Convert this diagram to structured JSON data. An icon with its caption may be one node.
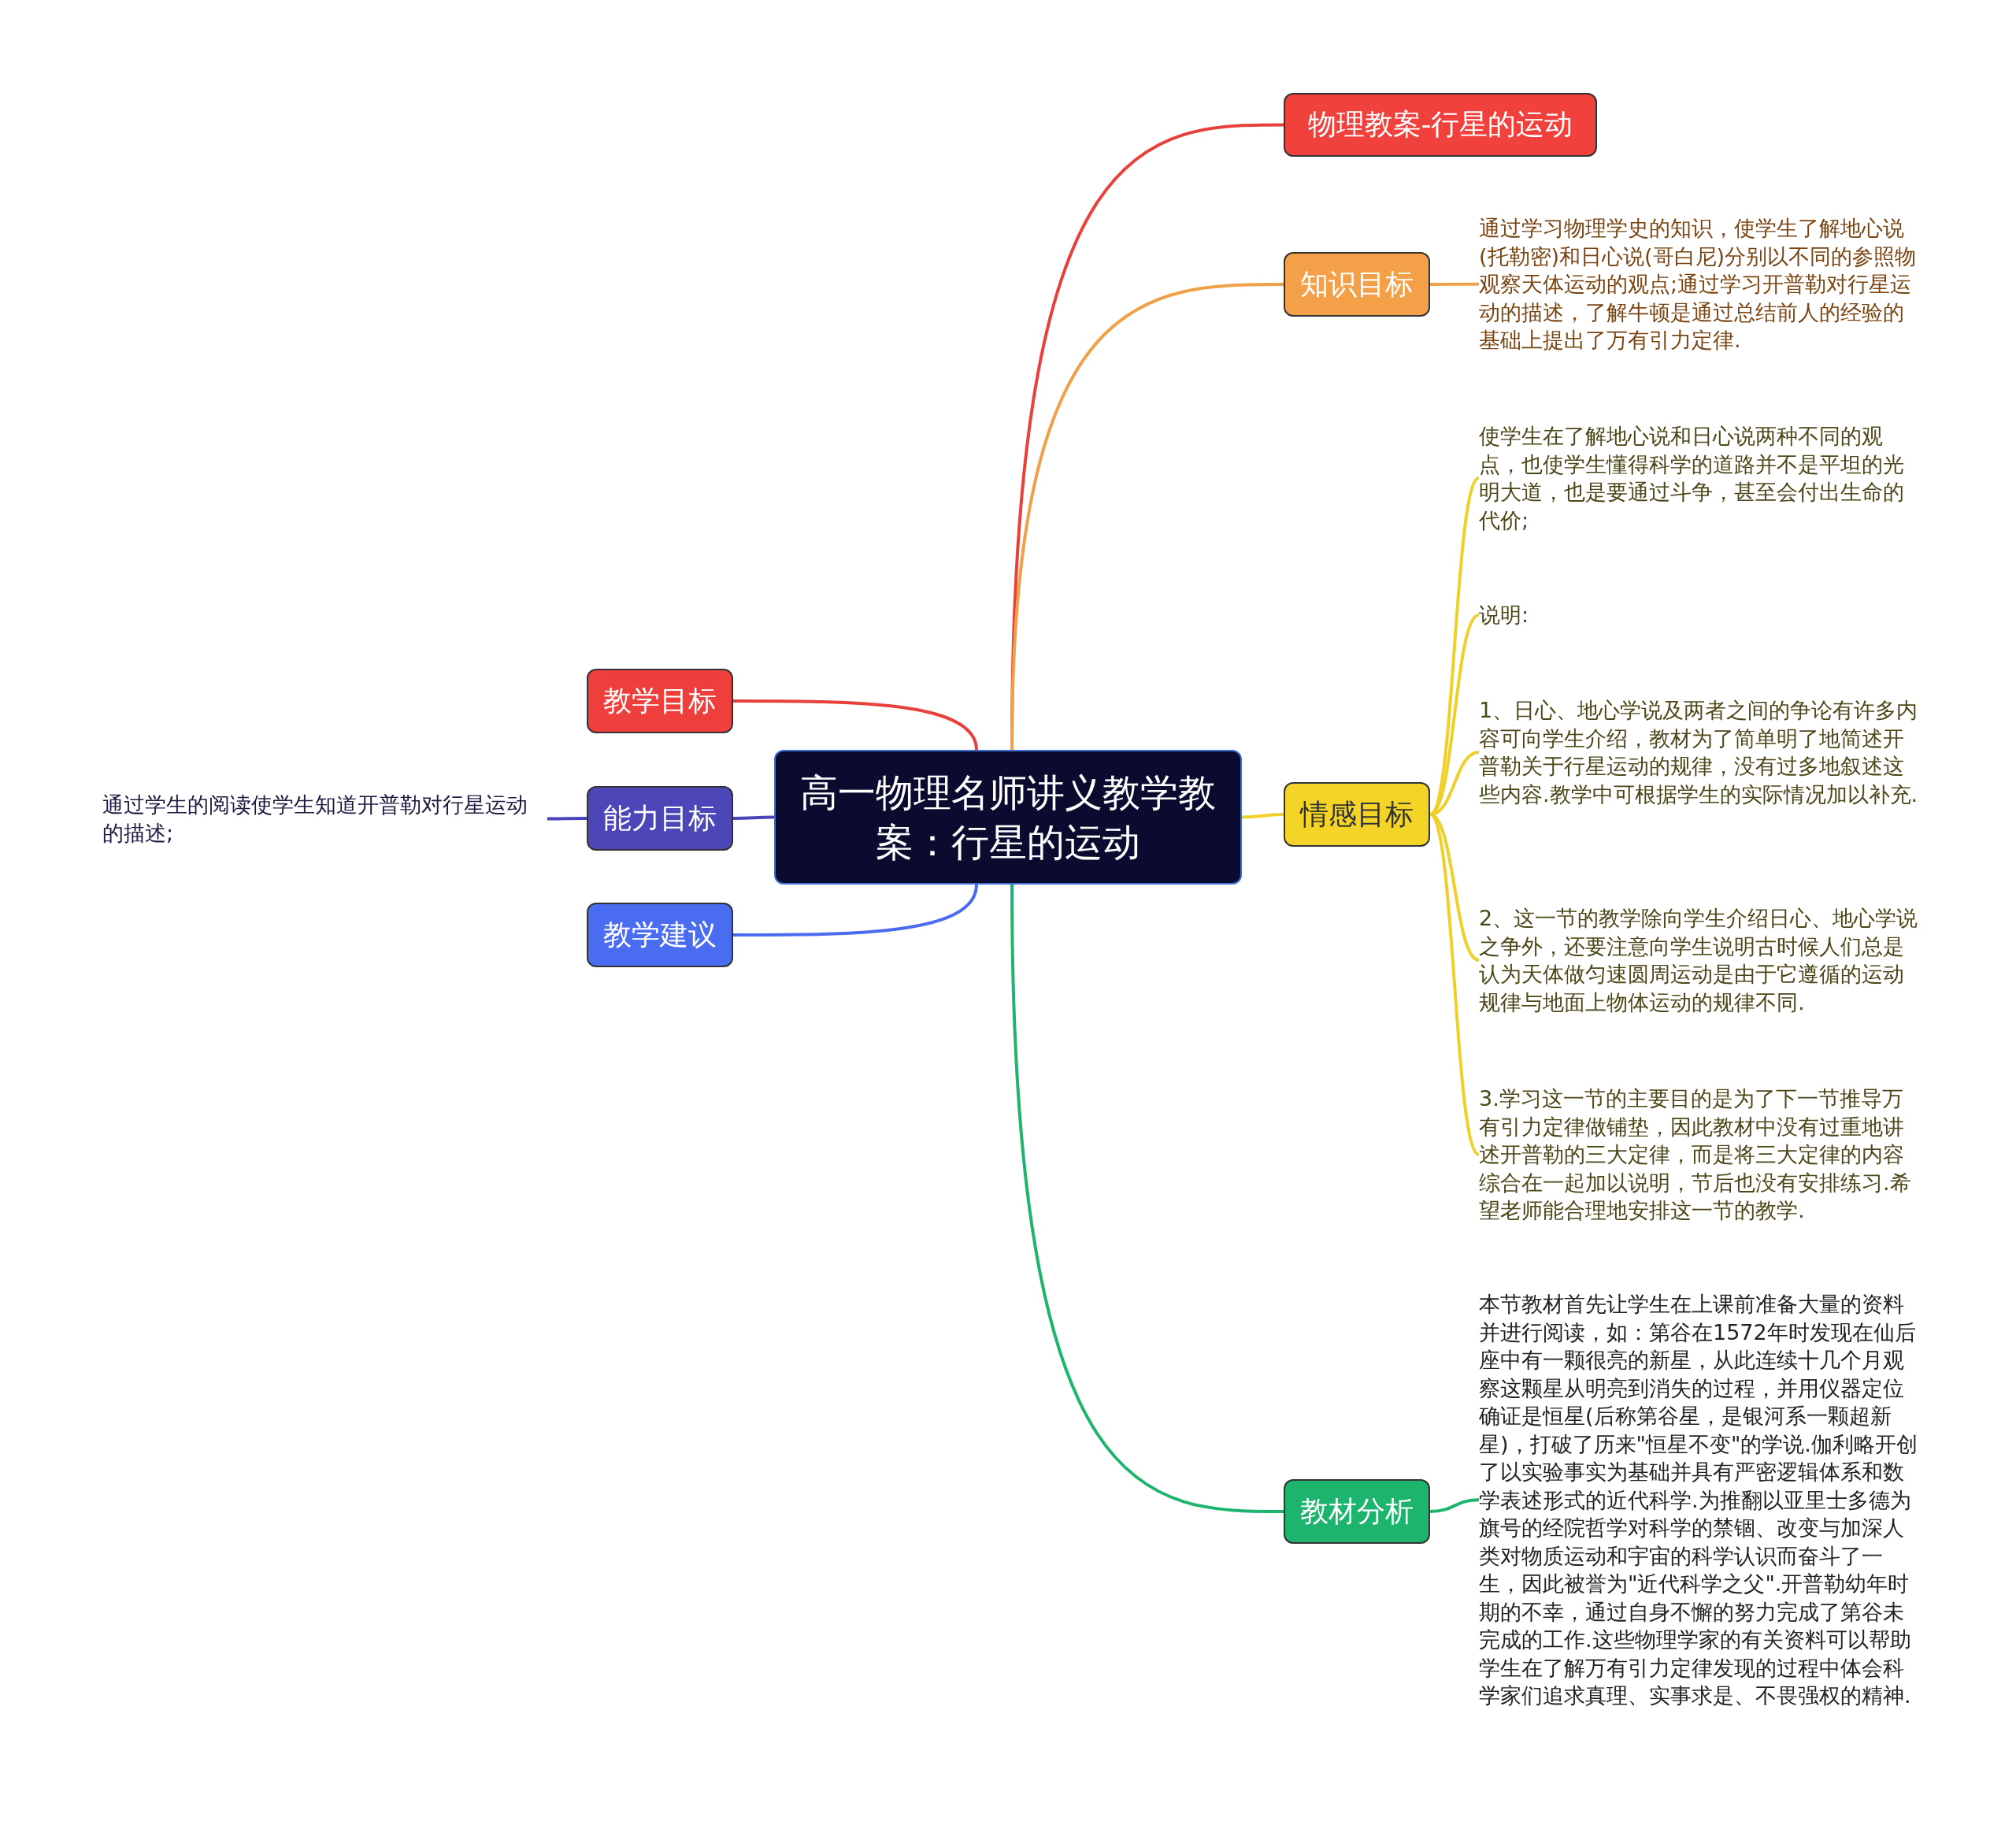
{
  "diagram": {
    "nodes": [
      {
        "text": [
          "高一物理名师讲义教学教案：行星的运动"
        ]
      },
      {
        "text": [
          "物理教案-行星的运动"
        ]
      },
      {
        "text": [
          "知识目标"
        ]
      },
      {
        "text": [
          "通过学习物理学史的知识，使学生了解地心说(托勒密)和日心说(哥白尼)分别以不同的参照物观察天体运动的观点;通过学习开普勒对行星运动的描述，了解牛顿是通过总结前人的经验的基础上提出了万有引力定律."
        ]
      },
      {
        "text": [
          "情感目标"
        ]
      },
      {
        "text": [
          "使学生在了解地心说和日心说两种不同的观点，也使学生懂得科学的道路并不是平坦的光明大道，也是要通过斗争，甚至会付出生命的代价;"
        ]
      },
      {
        "text": [
          "说明:"
        ]
      },
      {
        "text": [
          "1、日心、地心学说及两者之间的争论有许多内容可向学生介绍，教材为了简单明了地简述开普勒关于行星运动的规律，没有过多地叙述这些内容.教学中可根据学生的实际情况加以补充."
        ]
      },
      {
        "text": [
          "2、这一节的教学除向学生介绍日心、地心学说之争外，还要注意向学生说明古时候人们总是认为天体做匀速圆周运动是由于它遵循的运动规律与地面上物体运动的规律不同."
        ]
      },
      {
        "text": [
          "3.学习这一节的主要目的是为了下一节推导万有引力定律做铺垫，因此教材中没有过重地讲述开普勒的三大定律，而是将三大定律的内容综合在一起加以说明，节后也没有安排练习.希望老师能合理地安排这一节的教学."
        ]
      },
      {
        "text": [
          "教材分析"
        ]
      },
      {
        "text": [
          "本节教材首先让学生在上课前准备大量的资料并进行阅读，如：第谷在1572年时发现在仙后座中有一颗很亮的新星，从此连续十几个月观察这颗星从明亮到消失的过程，并用仪器定位确证是恒星(后称第谷星，是银河系一颗超新星)，打破了历来\"恒星不变\"的学说.伽利略开创了以实验事实为基础并具有严密逻辑体系和数学表述形式的近代科学.为推翻以亚里士多德为旗号的经院哲学对科学的禁锢、改变与加深人类对物质运动和宇宙的科学认识而奋斗了一生，因此被誉为\"近代科学之父\".开普勒幼年时期的不幸，通过自身不懈的努力完成了第谷未完成的工作.这些物理学家的有关资料可以帮助学生在了解万有引力定律发现的过程中体会科学家们追求真理、实事求是、不畏强权的精神."
        ]
      },
      {
        "text": [
          "教学目标"
        ]
      },
      {
        "text": [
          "能力目标"
        ]
      },
      {
        "text": [
          "通过学生的阅读使学生知道开普勒对行星运动的描述;"
        ]
      },
      {
        "text": [
          "教学建议"
        ]
      }
    ],
    "edges": [
      {
        "from": 0,
        "to": 1,
        "arrow": "none",
        "color": "#e8413c"
      },
      {
        "from": 0,
        "to": 2,
        "arrow": "none",
        "color": "#f0a048"
      },
      {
        "from": 2,
        "to": 3,
        "arrow": "none",
        "color": "#f0a048"
      },
      {
        "from": 0,
        "to": 4,
        "arrow": "none",
        "color": "#f0d028"
      },
      {
        "from": 4,
        "to": 5,
        "arrow": "none",
        "color": "#f0d028"
      },
      {
        "from": 4,
        "to": 6,
        "arrow": "none",
        "color": "#f0d028"
      },
      {
        "from": 4,
        "to": 7,
        "arrow": "none",
        "color": "#f0d028"
      },
      {
        "from": 4,
        "to": 8,
        "arrow": "none",
        "color": "#f0d028"
      },
      {
        "from": 4,
        "to": 9,
        "arrow": "none",
        "color": "#f0d028"
      },
      {
        "from": 0,
        "to": 10,
        "arrow": "none",
        "color": "#1db56e"
      },
      {
        "from": 10,
        "to": 11,
        "arrow": "none",
        "color": "#1db56e"
      },
      {
        "from": 0,
        "to": 12,
        "arrow": "none",
        "color": "#e8413c"
      },
      {
        "from": 0,
        "to": 13,
        "arrow": "none",
        "color": "#4a44b8"
      },
      {
        "from": 13,
        "to": 14,
        "arrow": "none",
        "color": "#4a44b8"
      },
      {
        "from": 0,
        "to": 15,
        "arrow": "none",
        "color": "#4a6cf0"
      }
    ]
  }
}
